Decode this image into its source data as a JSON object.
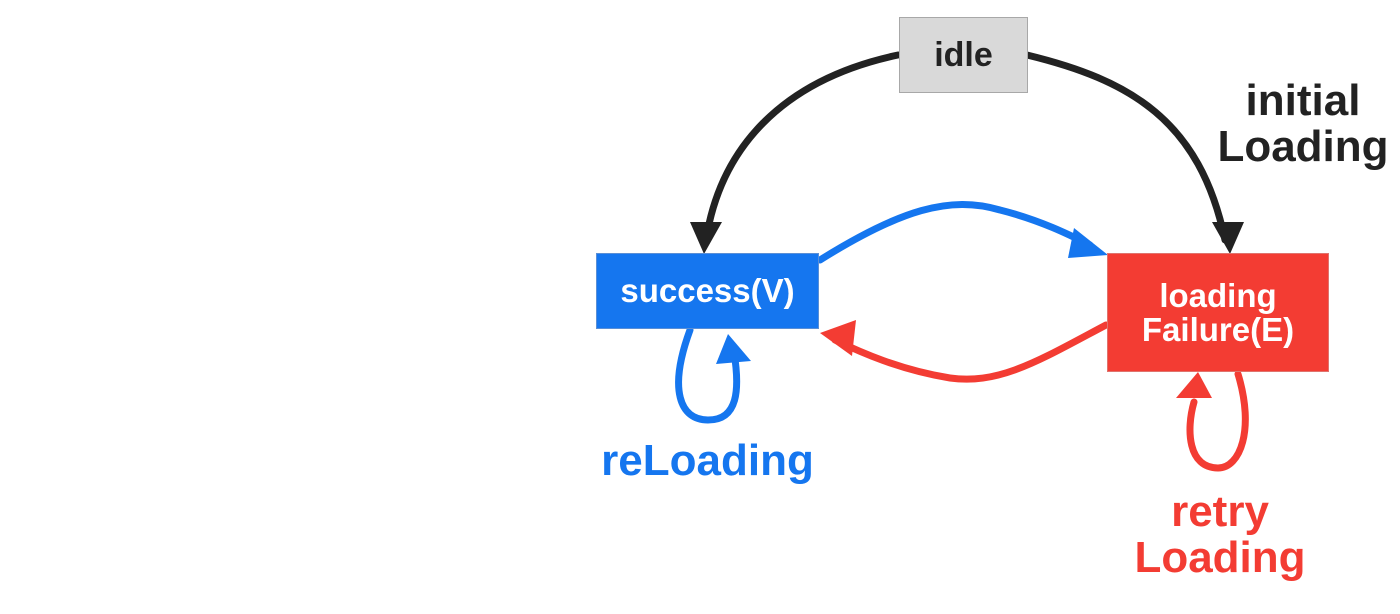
{
  "states": {
    "idle": "idle",
    "success": "success(V)",
    "failure_line1": "loading",
    "failure_line2": "Failure(E)"
  },
  "transitions": {
    "initial_line1": "initial",
    "initial_line2": "Loading",
    "reloading": "reLoading",
    "retry_line1": "retry",
    "retry_line2": "Loading"
  },
  "colors": {
    "black_arrow": "#222222",
    "success": "#1576ef",
    "failure": "#f33c33",
    "idle_fill": "#d9d9d9"
  }
}
